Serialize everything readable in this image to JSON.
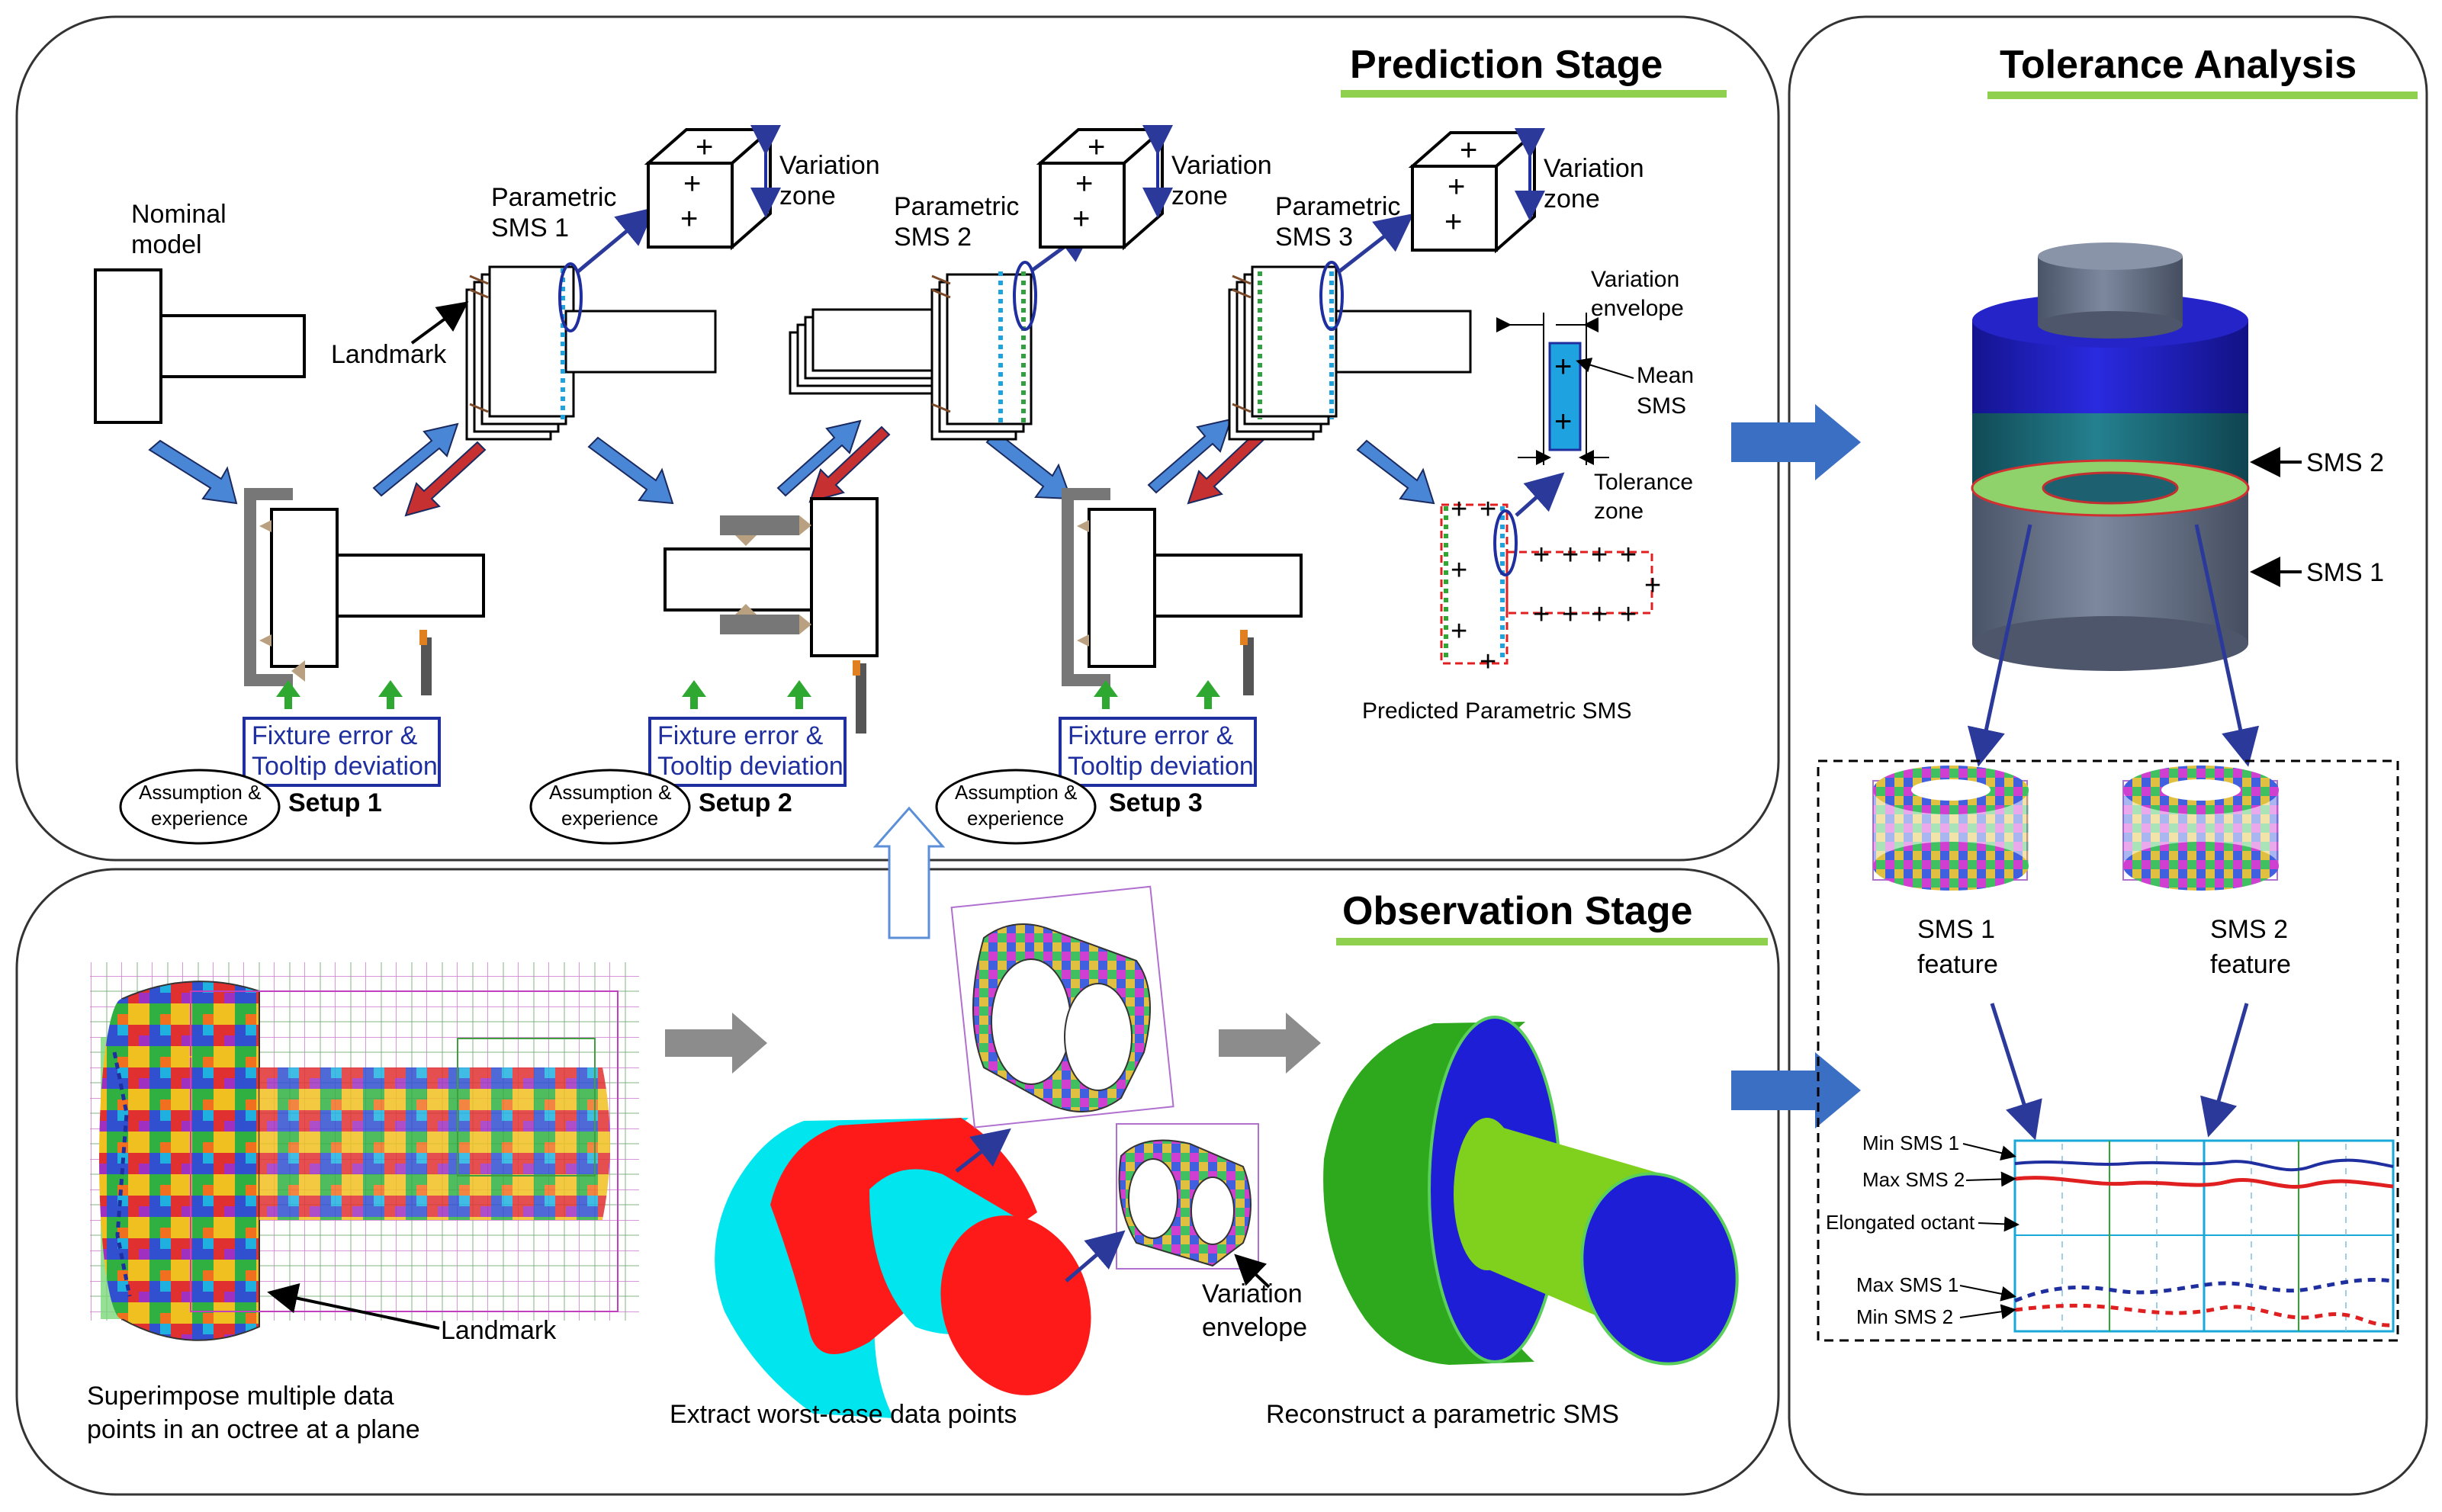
{
  "panels": {
    "prediction": {
      "title": "Prediction Stage"
    },
    "observation": {
      "title": "Observation Stage"
    },
    "tolerance": {
      "title": "Tolerance Analysis"
    }
  },
  "prediction": {
    "nominal_model": [
      "Nominal",
      "model"
    ],
    "landmark": "Landmark",
    "parametric_sms": [
      [
        "Parametric",
        "SMS 1"
      ],
      [
        "Parametric",
        "SMS 2"
      ],
      [
        "Parametric",
        "SMS 3"
      ]
    ],
    "variation_zone": [
      "Variation",
      "zone"
    ],
    "fixture_error": [
      "Fixture error &",
      "Tooltip deviation"
    ],
    "assumption": [
      "Assumption &",
      "experience"
    ],
    "setups": [
      "Setup 1",
      "Setup 2",
      "Setup 3"
    ],
    "variation_envelope": [
      "Variation",
      "envelope"
    ],
    "mean_sms": [
      "Mean",
      "SMS"
    ],
    "tolerance_zone": [
      "Tolerance",
      "zone"
    ],
    "predicted": "Predicted Parametric SMS"
  },
  "observation": {
    "landmark": "Landmark",
    "superimpose": [
      "Superimpose multiple data",
      "points in an octree at a plane"
    ],
    "extract": "Extract worst-case data points",
    "variation_envelope": [
      "Variation",
      "envelope"
    ],
    "reconstruct": "Reconstruct a parametric SMS"
  },
  "tolerance": {
    "sms2": "SMS 2",
    "sms1": "SMS 1",
    "sms1_feature": [
      "SMS 1",
      "feature"
    ],
    "sms2_feature": [
      "SMS 2",
      "feature"
    ],
    "chart_labels": {
      "min_sms1": "Min SMS 1",
      "max_sms2": "Max SMS 2",
      "elongated": "Elongated octant",
      "max_sms1": "Max SMS 1",
      "min_sms2": "Min SMS 2"
    }
  },
  "colors": {
    "arrow_blue": "#3b6fc4",
    "arrow_red": "#c0282c",
    "arrow_green": "#2fa832",
    "accent_green": "#8fd14f",
    "cyl_gray": "#5e6a80",
    "cyl_blue": "#1f1fb5",
    "cyl_teal": "#1f6b7a",
    "ring_green": "#8fd16b"
  }
}
